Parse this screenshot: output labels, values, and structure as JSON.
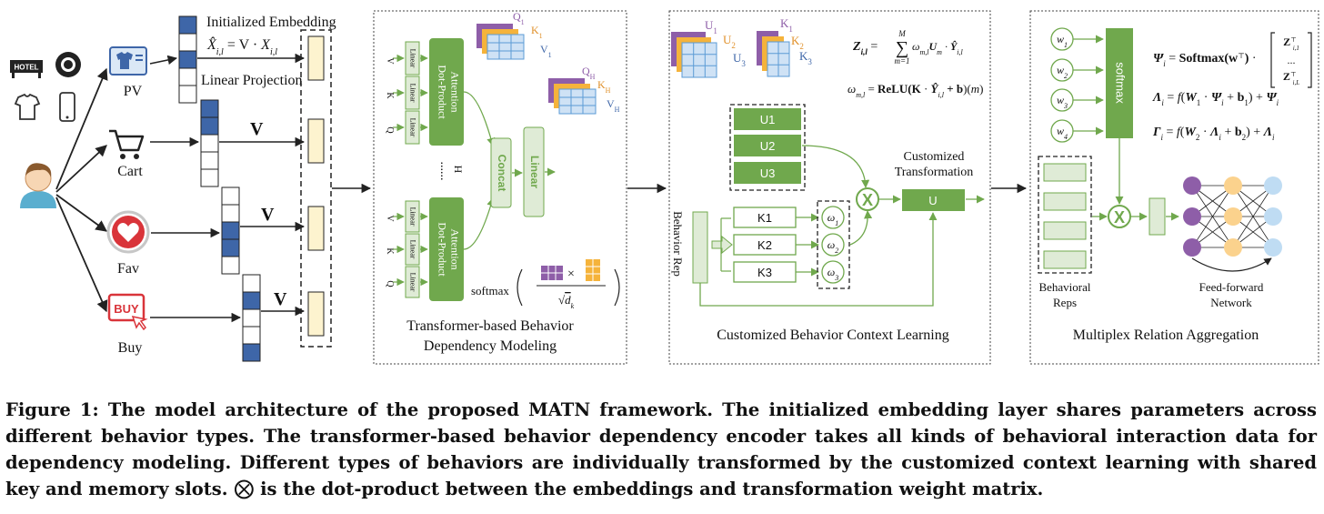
{
  "input": {
    "initialized_embedding_label": "Initialized Embedding",
    "embedding_equation": "X̂_{i,l} = V · X_{i,l}",
    "linear_projection_label": "Linear Projection",
    "projection_symbol": "V",
    "behaviors": [
      "PV",
      "Cart",
      "Fav",
      "Buy"
    ],
    "buy_icon_text": "BUY",
    "hotel_sign_text": "HOTEL"
  },
  "transformer": {
    "title_line1": "Transformer-based Behavior",
    "title_line2": "Dependency Modeling",
    "inputs": [
      "V",
      "K",
      "Q"
    ],
    "linear_label": "Linear",
    "attention_line1": "Dot-Product",
    "attention_line2": "Attention",
    "concat_label": "Concat",
    "linear_out_label": "Linear",
    "heads_label": "H",
    "dots_label": "......",
    "softmax_label": "softmax",
    "softmax_denominator": "√d_k",
    "times_symbol": "×",
    "q1": "Q1",
    "k1": "K1",
    "v1": "V1",
    "qh": "QH",
    "kh": "KH",
    "vh": "VH"
  },
  "context": {
    "title": "Customized Behavior Context Learning",
    "u_labels": [
      "U1",
      "U2",
      "U3"
    ],
    "k_labels": [
      "K1",
      "K2",
      "K3"
    ],
    "omega_labels": [
      "ω1",
      "ω2",
      "ω3"
    ],
    "behavior_rep_label": "Behavior Rep",
    "customized_line1": "Customized",
    "customized_line2": "Transformation",
    "u_output_label": "U",
    "cube_u": [
      "U1",
      "U2",
      "U3"
    ],
    "cube_k": [
      "K1",
      "K2",
      "K3"
    ],
    "eq_z_lhs": "Z_{i,l} =",
    "eq_z_sum_top": "M",
    "eq_z_sum_bottom": "m=1",
    "eq_z_rhs": "ω_{m,l} U_m · Ŷ_{i,l}",
    "eq_w": "ω_{m,l} = ReLU(K · Ŷ_{i,l} + b)(m)",
    "x_symbol": "X"
  },
  "aggregation": {
    "title": "Multiplex Relation Aggregation",
    "w_labels": [
      "w1",
      "w2",
      "w3",
      "w4"
    ],
    "softmax_label": "softmax",
    "behavioral_reps_line1": "Behavioral",
    "behavioral_reps_line2": "Reps",
    "ff_line1": "Feed-forward",
    "ff_line2": "Network",
    "eq_psi": "Ψ_i = Softmax(w^T) · [Z^T_{i,1} … Z^T_{i,L}]",
    "eq_lambda": "Λ_i = f(W_1 · Ψ_i + b_1) + Ψ_i",
    "eq_gamma": "Γ_i = f(W_2 · Λ_i + b_2) + Λ_i",
    "x_symbol": "X"
  },
  "caption": {
    "part1": "Figure 1: The model architecture of the proposed MATN framework. The initialized embedding layer shares parameters across different behavior types. The transformer-based behavior dependency encoder takes all kinds of behavioral interaction data for dependency modeling. Different types of behaviors are individually transformed by the customized context learning with shared key and memory slots.",
    "otimes_symbol": "⨂",
    "part2": "is the dot-product between the embeddings and transformation weight matrix."
  },
  "colors": {
    "green_dark": "#70a84d",
    "green_light": "#dfebd6",
    "blue_cell": "#3e66a8",
    "embed_yellow": "#fdf3cf",
    "purple": "#8e5ea8",
    "orange": "#f5b33b",
    "light_blue": "#5b9bd5",
    "heart_red": "#d9343a",
    "buy_red": "#d9343a"
  }
}
